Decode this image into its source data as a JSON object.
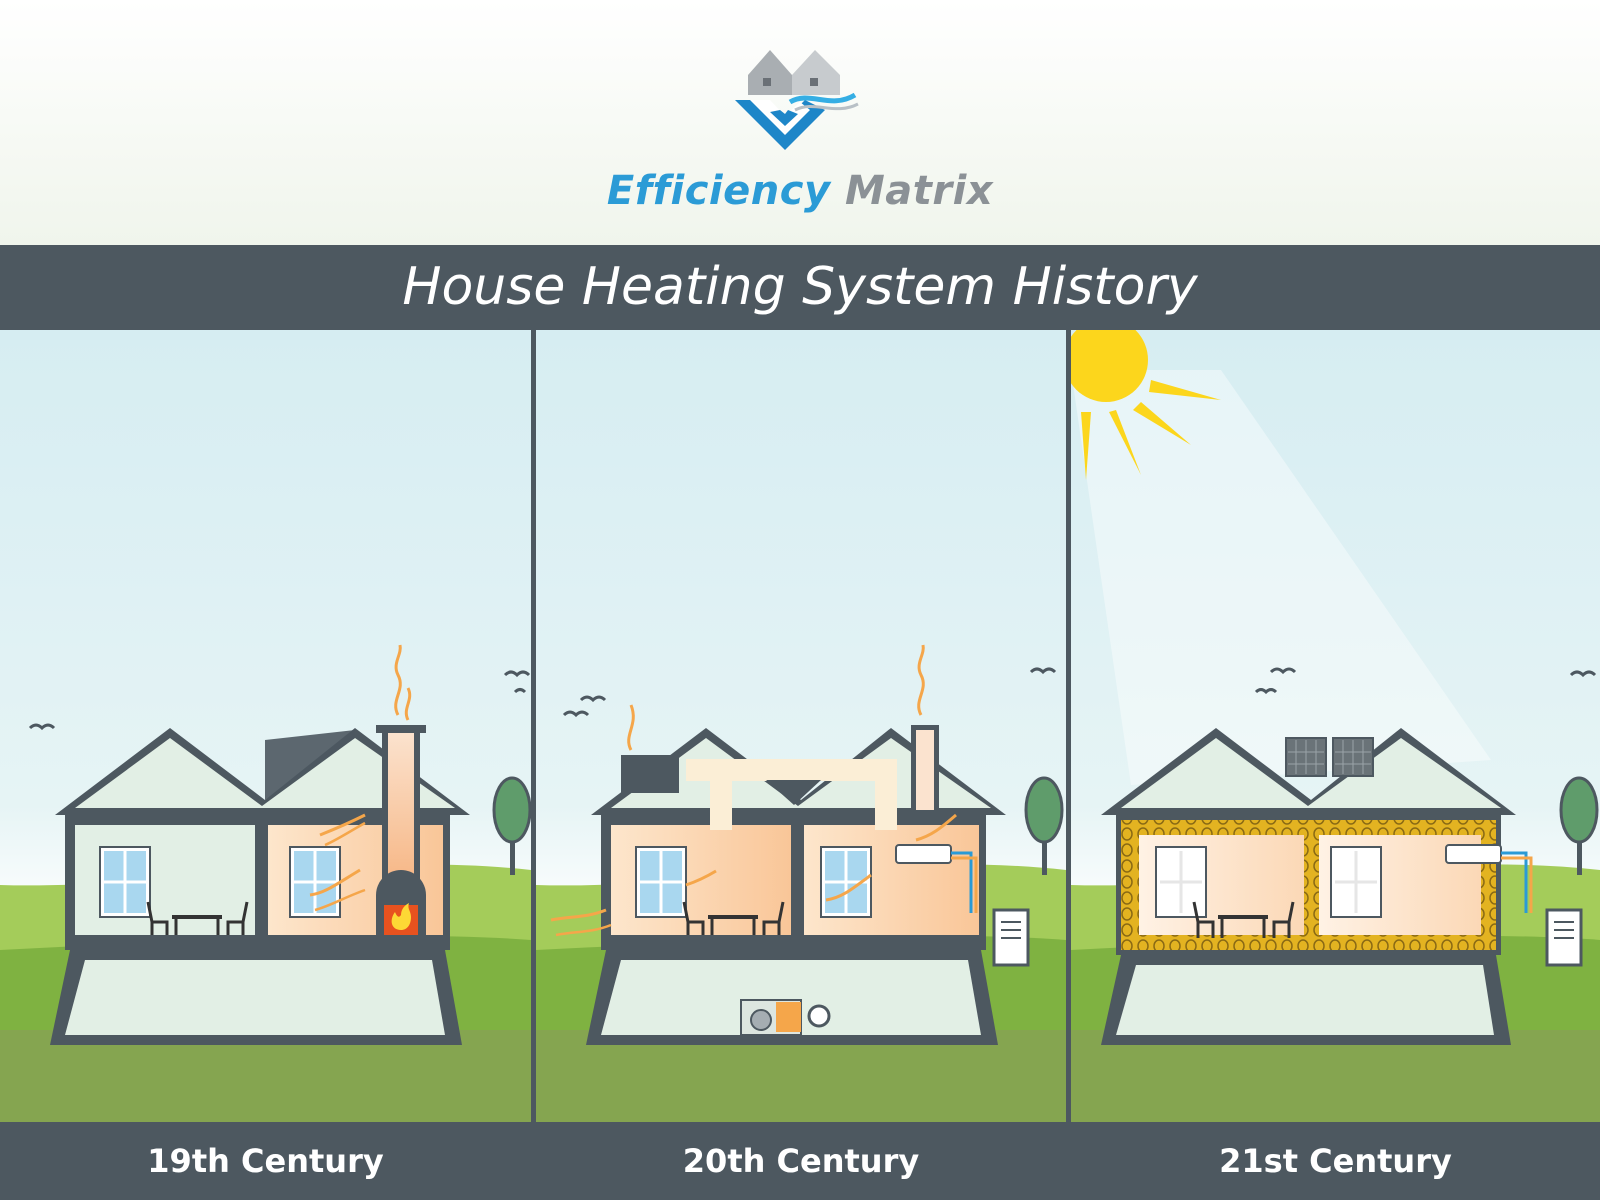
{
  "logo": {
    "brand_part1": "Efficiency",
    "brand_part2": " Matrix",
    "icon": "house-logo-icon",
    "brand_colors": [
      "#2b9bd6",
      "#8b9196"
    ]
  },
  "title": "House Heating System History",
  "panels": [
    {
      "label": "19th Century",
      "heating": "fireplace-icon"
    },
    {
      "label": "20th Century",
      "heating": "furnace-ducts-icon"
    },
    {
      "label": "21st Century",
      "heating": "heat-pump-solar-icon"
    }
  ],
  "colors": {
    "bar": "#4d5860",
    "sky": "#d8eef3",
    "grass": "#8bc045",
    "heat": "#f5a64a",
    "insulation": "#e3b321",
    "sun": "#fcd61c"
  }
}
